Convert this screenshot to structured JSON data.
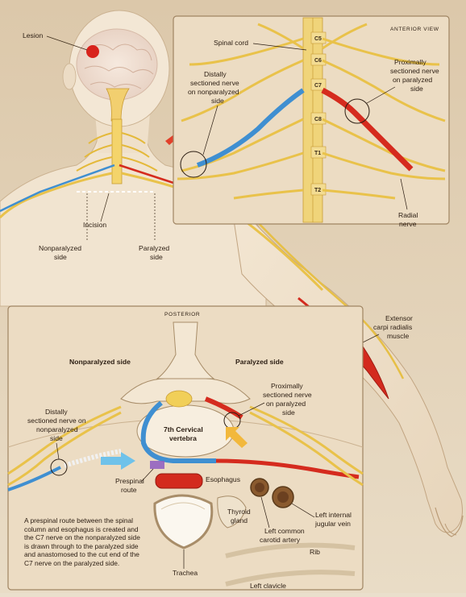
{
  "top_labels": {
    "lesion": "Lesion",
    "incision": "Incision",
    "nonparalyzed_side": [
      "Nonparalyzed",
      "side"
    ],
    "paralyzed_side": [
      "Paralyzed",
      "side"
    ],
    "extensor": [
      "Extensor",
      "carpi radialis",
      "muscle"
    ]
  },
  "anterior": {
    "view_label": "ANTERIOR VIEW",
    "spinal_cord": "Spinal cord",
    "distal_nerve": [
      "Distally",
      "sectioned nerve",
      "on nonparalyzed",
      "side"
    ],
    "proximal_nerve": [
      "Proximally",
      "sectioned nerve",
      "on paralyzed",
      "side"
    ],
    "radial_nerve": [
      "Radial",
      "nerve"
    ],
    "vertebrae": [
      "C5",
      "C6",
      "C7",
      "C8",
      "T1",
      "T2"
    ]
  },
  "posterior": {
    "view_label": "POSTERIOR",
    "nonparalyzed_side": "Nonparalyzed side",
    "paralyzed_side": "Paralyzed side",
    "distal_nerve": [
      "Distally",
      "sectioned nerve on",
      "nonparalyzed",
      "side"
    ],
    "proximal_nerve": [
      "Proximally",
      "sectioned nerve",
      "on paralyzed",
      "side"
    ],
    "vertebra": [
      "7th Cervical",
      "vertebra"
    ],
    "prespinal_route": [
      "Prespinal",
      "route"
    ],
    "esophagus": "Esophagus",
    "thyroid": [
      "Thyroid",
      "gland"
    ],
    "common_carotid": [
      "Left common",
      "carotid artery"
    ],
    "jugular": [
      "Left internal",
      "jugular vein"
    ],
    "rib": "Rib",
    "trachea": "Trachea",
    "clavicle": "Left clavicle",
    "note": "A prespinal route between the spinal column and esophagus is created and the C7 nerve on the nonparalyzed side is drawn through to the paralyzed side and anastomosed to the cut end of the C7 nerve on the paralyzed side."
  }
}
